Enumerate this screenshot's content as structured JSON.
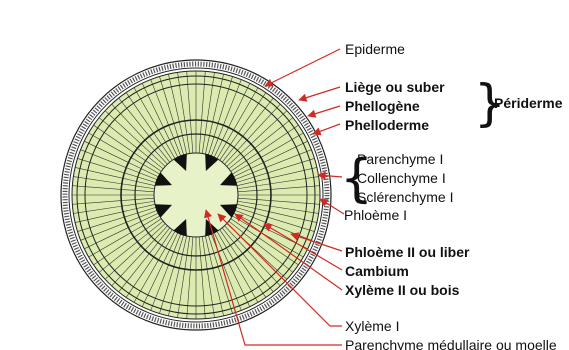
{
  "labels": {
    "epiderme": "Epiderme",
    "liege": "Liège ou suber",
    "phellogene": "Phellogène",
    "phelloderme": "Phelloderme",
    "periderme": "Périderme",
    "parenchyme1": "Parenchyme I",
    "collenchyme1": "Collenchyme I",
    "sclerenchyme1": "Sclérenchyme I",
    "phloeme1": "Phloème I",
    "phloeme2": "Phloème II ou liber",
    "cambium": "Cambium",
    "xyleme2": "Xylème II ou bois",
    "xyleme1": "Xylème I",
    "parenchyme_medullaire": "Parenchyme médullaire ou moelle"
  },
  "colors": {
    "tissue_fill": "#dcebb0",
    "pith_fill": "#e8f2c8",
    "line_color": "#222222",
    "arrow_color": "#d22a22"
  }
}
